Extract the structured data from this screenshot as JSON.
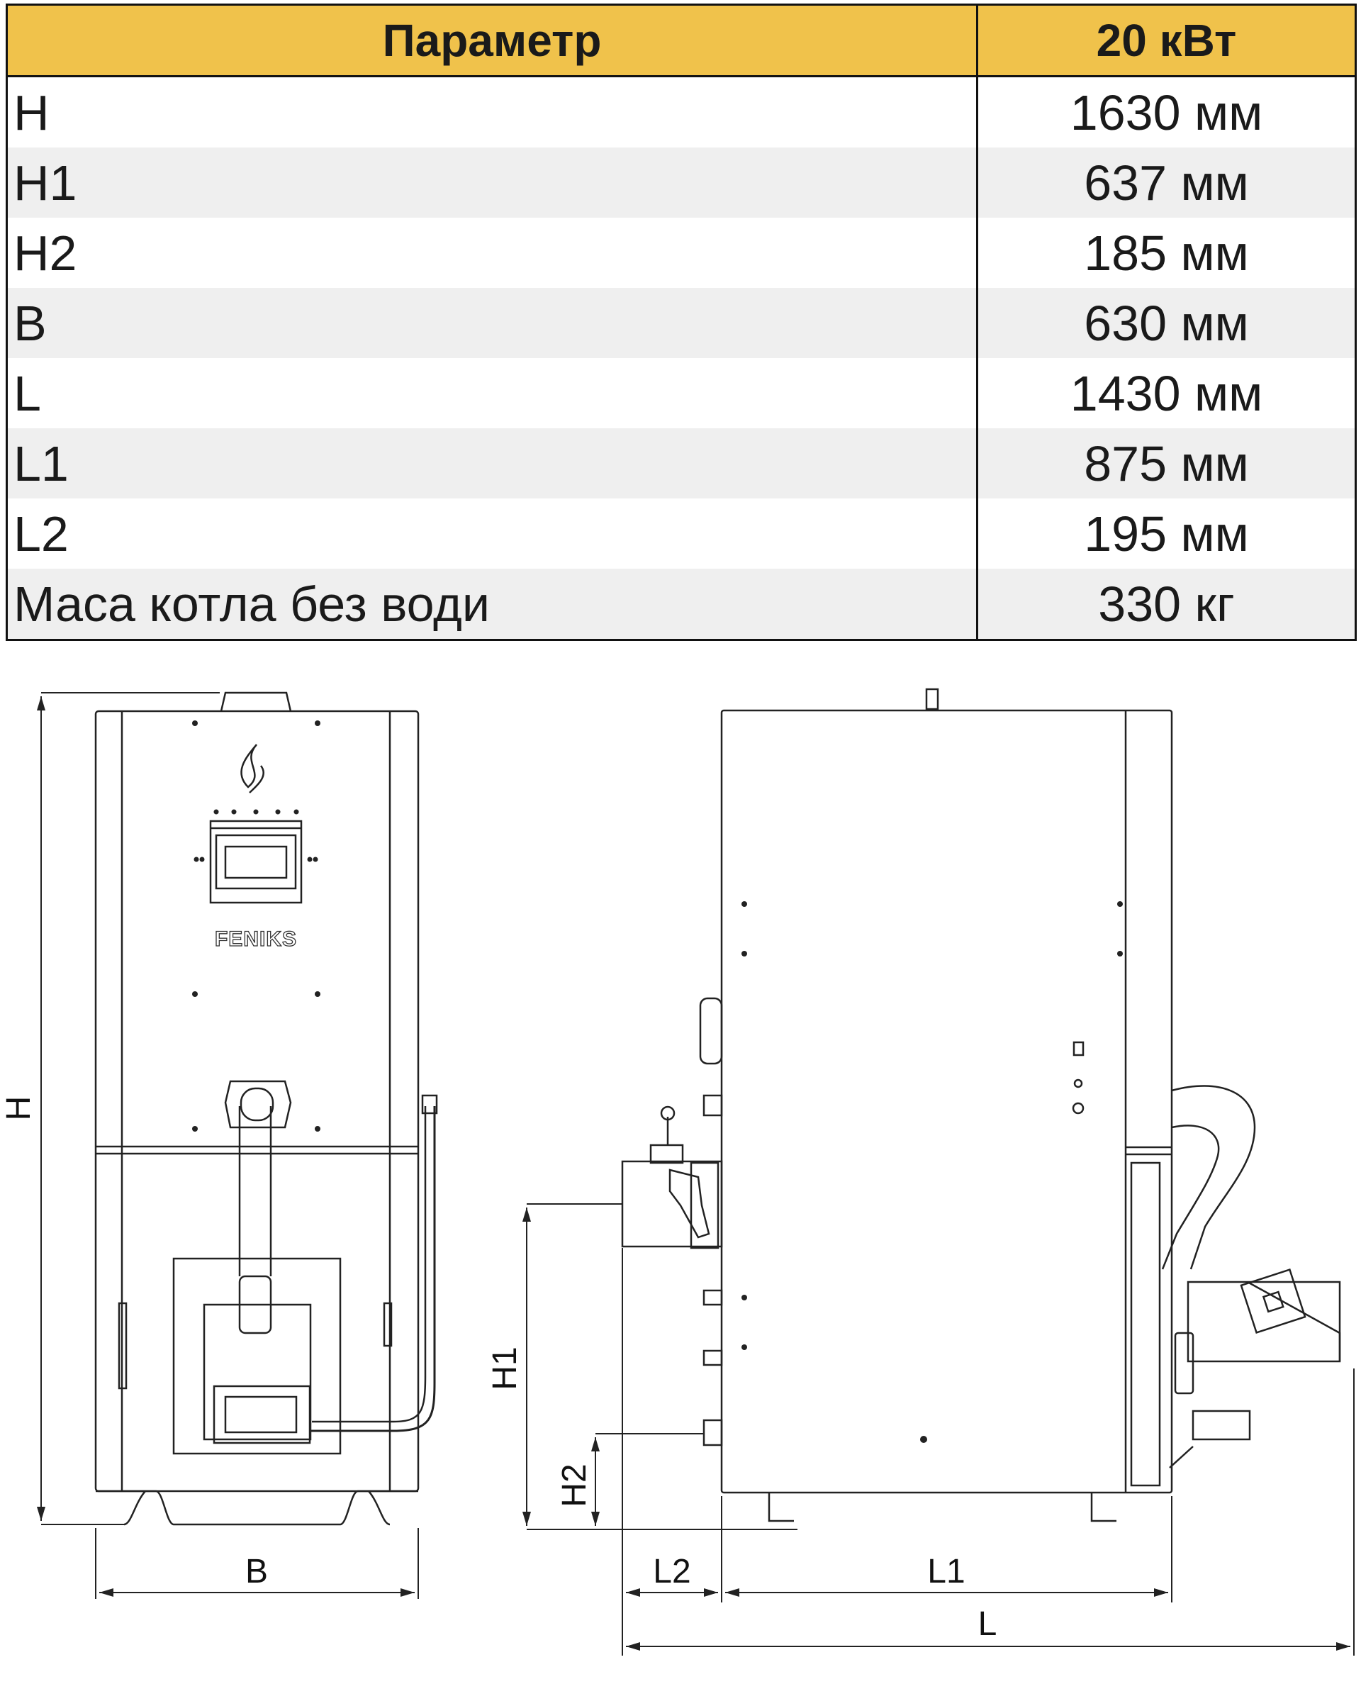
{
  "table": {
    "headers": [
      "Параметр",
      "20 кВт"
    ],
    "rows": [
      {
        "param": "H",
        "value": "1630 мм"
      },
      {
        "param": "H1",
        "value": "637 мм"
      },
      {
        "param": "H2",
        "value": "185 мм"
      },
      {
        "param": "B",
        "value": "630 мм"
      },
      {
        "param": "L",
        "value": "1430 мм"
      },
      {
        "param": "L1",
        "value": "875 мм"
      },
      {
        "param": "L2",
        "value": "195 мм"
      },
      {
        "param": "Маса котла без води",
        "value": "330 кг"
      }
    ]
  },
  "drawing": {
    "brand": "FENIKS",
    "dimensions": {
      "h": "H",
      "b": "B",
      "h1": "H1",
      "h2": "H2",
      "l": "L",
      "l1": "L1",
      "l2": "L2"
    }
  },
  "colors": {
    "header_bg": "#f0c24b",
    "stripe_bg": "#efefef",
    "line": "#222222"
  }
}
